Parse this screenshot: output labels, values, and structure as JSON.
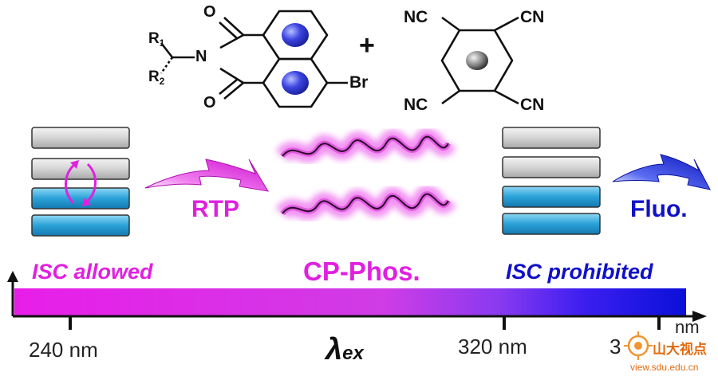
{
  "molecule": {
    "r1": "R",
    "r1_sub": "1",
    "r2": "R",
    "r2_sub": "2",
    "n": "N",
    "o_top": "O",
    "o_bottom": "O",
    "br": "Br",
    "plus": "+",
    "nc_top": "NC",
    "cn_top": "CN",
    "nc_bottom": "NC",
    "cn_bottom": "CN"
  },
  "labels": {
    "rtp": "RTP",
    "fluo": "Fluo.",
    "cp_phos": "CP-Phos.",
    "isc_allowed": "ISC allowed",
    "isc_prohibited": "ISC prohibited"
  },
  "axis": {
    "tick1": "240 nm",
    "tick2": "320 nm",
    "tick3": "3",
    "tick3_tail": "nm",
    "symbol_main": "λ",
    "symbol_sub": "ex"
  },
  "watermark": {
    "text": "山大视点",
    "url": "view.sdu.edu.cn"
  },
  "colors": {
    "magenta": "#e020e0",
    "blue": "#1010c8",
    "gray_bar": "#c8c8c8",
    "cyan_bar": "#2aa6dc"
  }
}
